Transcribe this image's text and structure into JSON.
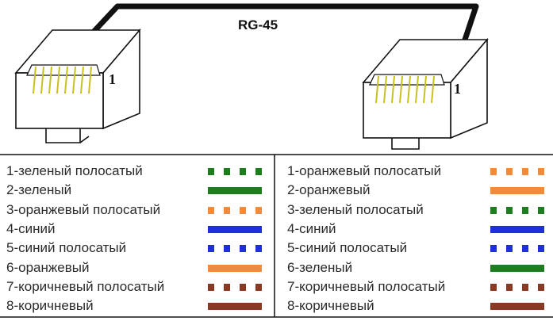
{
  "diagram": {
    "title": "RG-45",
    "left_plug_pin_label": "1",
    "right_plug_pin_label": "1"
  },
  "colors": {
    "green": "#1e7d1e",
    "orange": "#f08a3c",
    "blue": "#1f2fe0",
    "brown": "#8a3a24",
    "pins": "#c8c020",
    "outline": "#111111"
  },
  "left_column": [
    {
      "label": "1-зеленый полосатый",
      "color": "green",
      "style": "striped"
    },
    {
      "label": "2-зеленый",
      "color": "green",
      "style": "solid"
    },
    {
      "label": "3-оранжевый полосатый",
      "color": "orange",
      "style": "striped"
    },
    {
      "label": "4-синий",
      "color": "blue",
      "style": "solid"
    },
    {
      "label": "5-синий полосатый",
      "color": "blue",
      "style": "striped"
    },
    {
      "label": "6-оранжевый",
      "color": "orange",
      "style": "solid"
    },
    {
      "label": "7-коричневый полосатый",
      "color": "brown",
      "style": "striped"
    },
    {
      "label": "8-коричневый",
      "color": "brown",
      "style": "solid"
    }
  ],
  "right_column": [
    {
      "label": "1-оранжевый полосатый",
      "color": "orange",
      "style": "striped"
    },
    {
      "label": "2-оранжевый",
      "color": "orange",
      "style": "solid"
    },
    {
      "label": "3-зеленый полосатый",
      "color": "green",
      "style": "striped"
    },
    {
      "label": "4-синий",
      "color": "blue",
      "style": "solid"
    },
    {
      "label": "5-синий полосатый",
      "color": "blue",
      "style": "striped"
    },
    {
      "label": "6-зеленый",
      "color": "green",
      "style": "solid"
    },
    {
      "label": "7-коричневый полосатый",
      "color": "brown",
      "style": "striped"
    },
    {
      "label": "8-коричневый",
      "color": "brown",
      "style": "solid"
    }
  ]
}
